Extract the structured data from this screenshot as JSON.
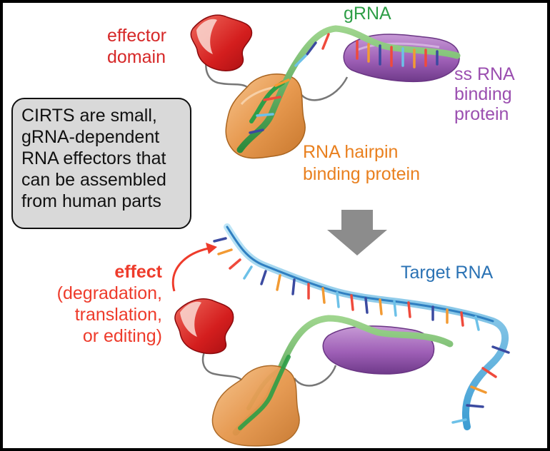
{
  "labels": {
    "effector_domain": [
      "effector",
      "domain"
    ],
    "grna": "gRNA",
    "ss_rna_binding_protein": [
      "ss RNA",
      "binding",
      "protein"
    ],
    "hairpin_binding_protein": [
      "RNA hairpin",
      "binding protein"
    ],
    "target_rna": "Target RNA",
    "effect_title": "effect",
    "effect_lines": [
      "(degradation,",
      "translation,",
      "or editing)"
    ]
  },
  "info_box": {
    "lines": [
      "CIRTS are small,",
      "gRNA-dependent",
      "RNA effectors that",
      "can be assembled",
      "from human parts"
    ]
  },
  "colors": {
    "background": "#ffffff",
    "effector": "#d62828",
    "grna": "#2e9e47",
    "ss_rna_protein": "#9b4fb0",
    "hairpin_protein": "#e9801f",
    "target_rna": "#2a72b4",
    "effect_text": "#ee3b2b",
    "arrow": "#8c8c8c",
    "box_fill": "#d9d9d9"
  },
  "icons": [
    "effector-domain-blob",
    "hairpin-protein-blob",
    "ss-rna-protein-blob",
    "grna-strand",
    "target-rna-strand",
    "down-arrow",
    "curved-effect-arrow"
  ]
}
